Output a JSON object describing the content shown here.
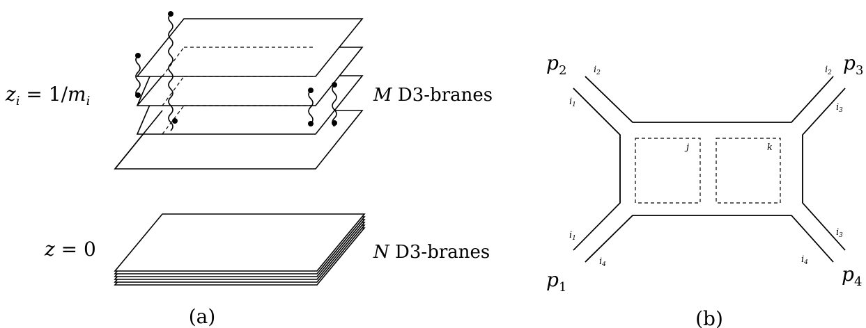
{
  "panel_a": {
    "z_top": "z",
    "z_top_sub": "i",
    "z_top_eq": " = 1/",
    "z_top_m": "m",
    "z_top_msub": "i",
    "z_bottom": "z",
    "z_bottom_eq": " = 0",
    "m_label": "M",
    "m_text": " D3-branes",
    "n_label": "N",
    "n_text": " D3-branes",
    "caption": "(a)"
  },
  "panel_b": {
    "p1": "p",
    "p1_sub": "1",
    "p2": "p",
    "p2_sub": "2",
    "p3": "p",
    "p3_sub": "3",
    "p4": "p",
    "p4_sub": "4",
    "idx_i": "i",
    "s1": "1",
    "s2": "2",
    "s3": "3",
    "s4": "4",
    "j": "j",
    "k": "k",
    "caption": "(b)"
  }
}
